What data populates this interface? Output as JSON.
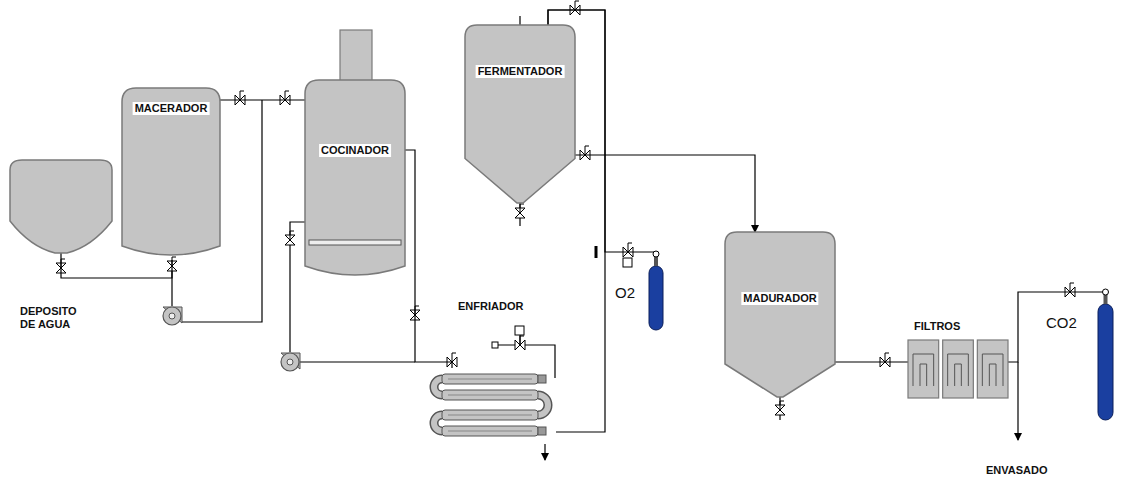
{
  "diagram": {
    "nodes": [
      {
        "text": [
          "DEPOSITO DE AGUA"
        ]
      },
      {
        "text": [
          "MACERADOR"
        ]
      },
      {
        "text": [
          "COCINADOR"
        ]
      },
      {
        "text": [
          "FERMENTADOR"
        ]
      },
      {
        "text": [
          "ENFRIADOR"
        ]
      },
      {
        "text": [
          "O2"
        ]
      },
      {
        "text": [
          "MADURADOR"
        ]
      },
      {
        "text": [
          "FILTROS"
        ]
      },
      {
        "text": [
          "CO2"
        ]
      }
    ],
    "edges": [
      {
        "from": 0,
        "to": 1,
        "arrow": "none"
      },
      {
        "from": 1,
        "to": 2,
        "arrow": "none"
      },
      {
        "from": 2,
        "to": 4,
        "arrow": "none"
      },
      {
        "from": 4,
        "to": 3,
        "arrow": "none"
      },
      {
        "from": 5,
        "to": 3,
        "arrow": "none"
      },
      {
        "from": 3,
        "to": 6,
        "arrow": "to"
      },
      {
        "from": 6,
        "to": 7,
        "arrow": "none"
      },
      {
        "from": 8,
        "to": 7,
        "arrow": "none"
      }
    ],
    "labels": [
      "ENVASADO"
    ]
  }
}
